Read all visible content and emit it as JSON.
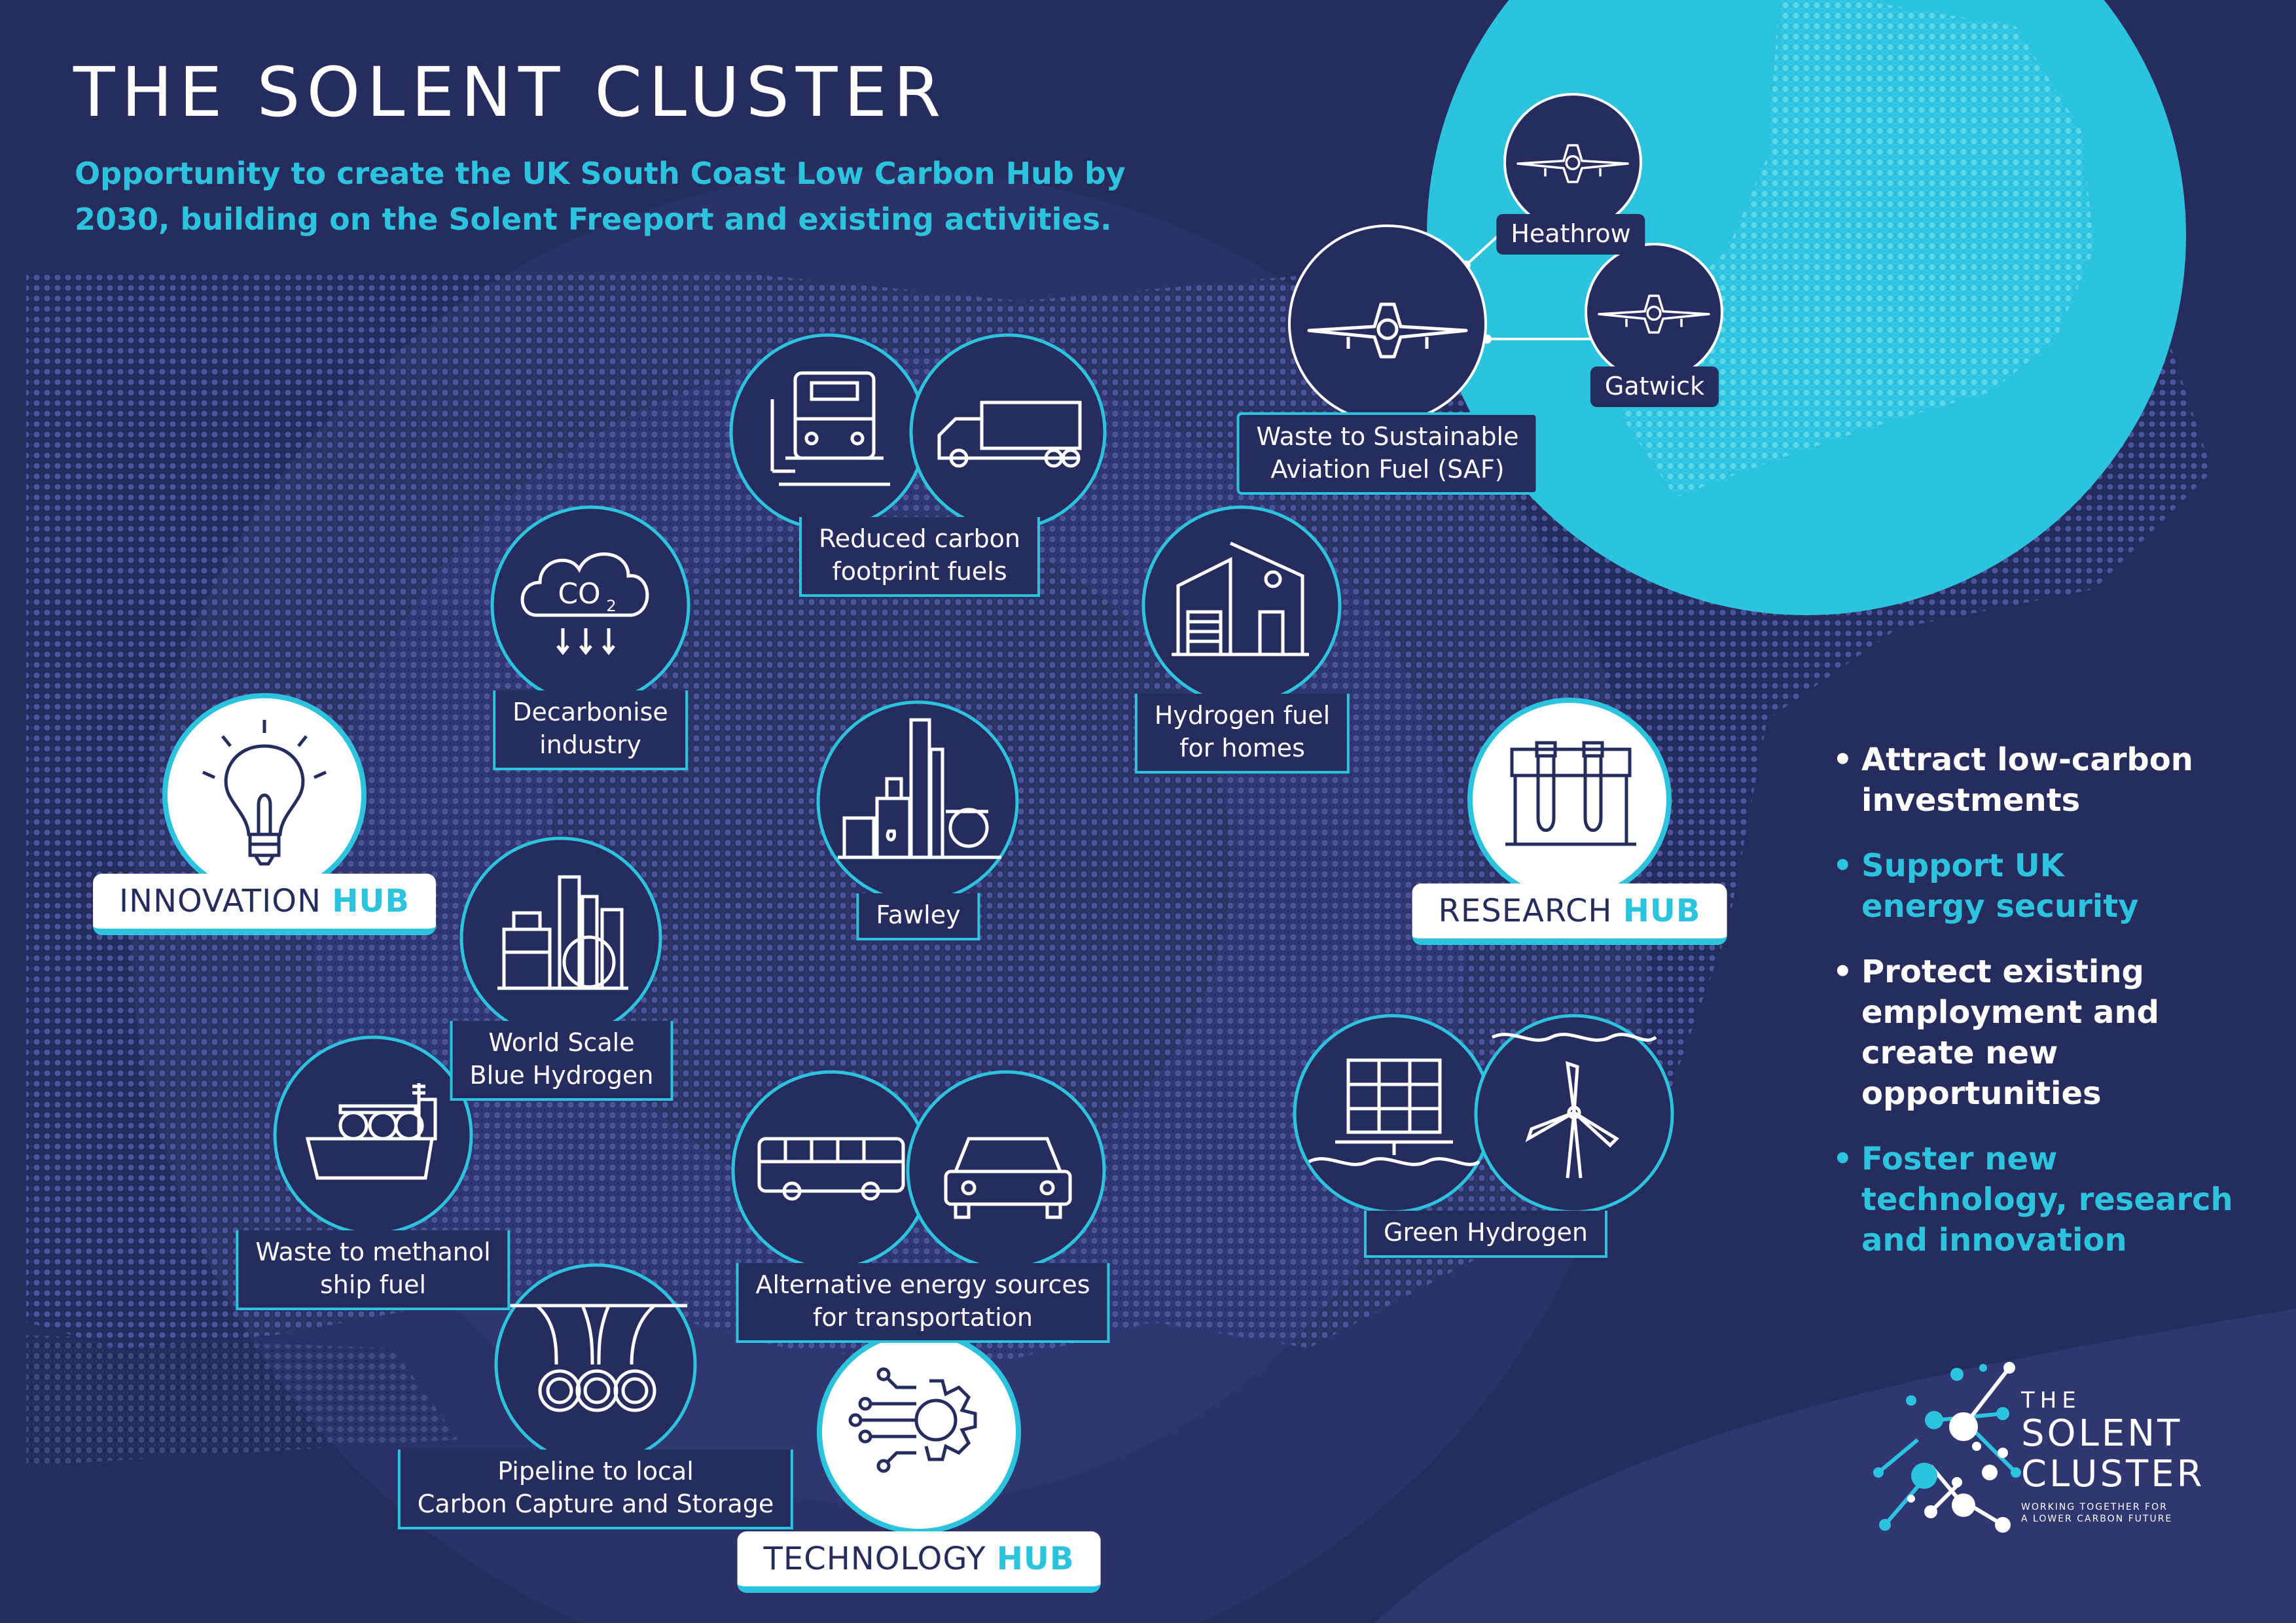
{
  "header": {
    "title": "THE SOLENT CLUSTER",
    "subtitle_line1": "Opportunity to create the UK South Coast Low Carbon Hub by",
    "subtitle_line2": "2030, building on the Solent Freeport and existing activities."
  },
  "nodes": {
    "reduced_carbon": {
      "line1": "Reduced carbon",
      "line2": "footprint fuels"
    },
    "decarbonise": {
      "line1": "Decarbonise",
      "line2": "industry"
    },
    "hydrogen_homes": {
      "line1": "Hydrogen fuel",
      "line2": "for homes"
    },
    "fawley": {
      "line1": "Fawley"
    },
    "blue_hydrogen": {
      "line1": "World Scale",
      "line2": "Blue Hydrogen"
    },
    "methanol": {
      "line1": "Waste to methanol",
      "line2": "ship fuel"
    },
    "alt_energy": {
      "line1": "Alternative energy sources",
      "line2": "for transportation"
    },
    "pipeline": {
      "line1": "Pipeline to local",
      "line2": "Carbon Capture and Storage"
    },
    "green_hydrogen": {
      "line1": "Green Hydrogen"
    },
    "saf": {
      "line1": "Waste to Sustainable",
      "line2": "Aviation Fuel (SAF)"
    }
  },
  "airports": {
    "heathrow": "Heathrow",
    "gatwick": "Gatwick"
  },
  "co2_text": "CO",
  "co2_sub": "2",
  "hubs": {
    "innovation": {
      "word": "INNOVATION",
      "hub": "HUB"
    },
    "research": {
      "word": "RESEARCH",
      "hub": "HUB"
    },
    "technology": {
      "word": "TECHNOLOGY",
      "hub": "HUB"
    }
  },
  "benefits": [
    {
      "line1": "Attract low-carbon",
      "line2": "investments",
      "color": "white"
    },
    {
      "line1": "Support UK",
      "line2": "energy security",
      "color": "cyan"
    },
    {
      "line1": "Protect existing",
      "line2": "employment and",
      "line3": "create new",
      "line4": "opportunities",
      "color": "white"
    },
    {
      "line1": "Foster new",
      "line2": "technology, research",
      "line3": "and innovation",
      "color": "cyan"
    }
  ],
  "logo": {
    "the": "THE",
    "line1": "SOLENT",
    "line2": "CLUSTER",
    "tagline1": "WORKING TOGETHER FOR",
    "tagline2": "A LOWER CARBON FUTURE"
  },
  "colors": {
    "background": "#262c5e",
    "accent": "#2cc3de",
    "white": "#ffffff"
  },
  "icons": {
    "train": "train-icon",
    "lorry": "lorry-icon",
    "cloud": "co2-cloud-icon",
    "house": "house-garage-icon",
    "refinery": "refinery-icon",
    "plant": "hydrogen-plant-icon",
    "ship": "container-ship-icon",
    "bus": "bus-icon",
    "car": "car-icon",
    "pipes": "pipeline-icon",
    "solar": "solar-panel-icon",
    "turbine": "wind-turbine-icon",
    "plane": "airplane-icon",
    "bulb": "lightbulb-icon",
    "tubes": "test-tubes-icon",
    "gear": "gear-circuit-icon"
  }
}
